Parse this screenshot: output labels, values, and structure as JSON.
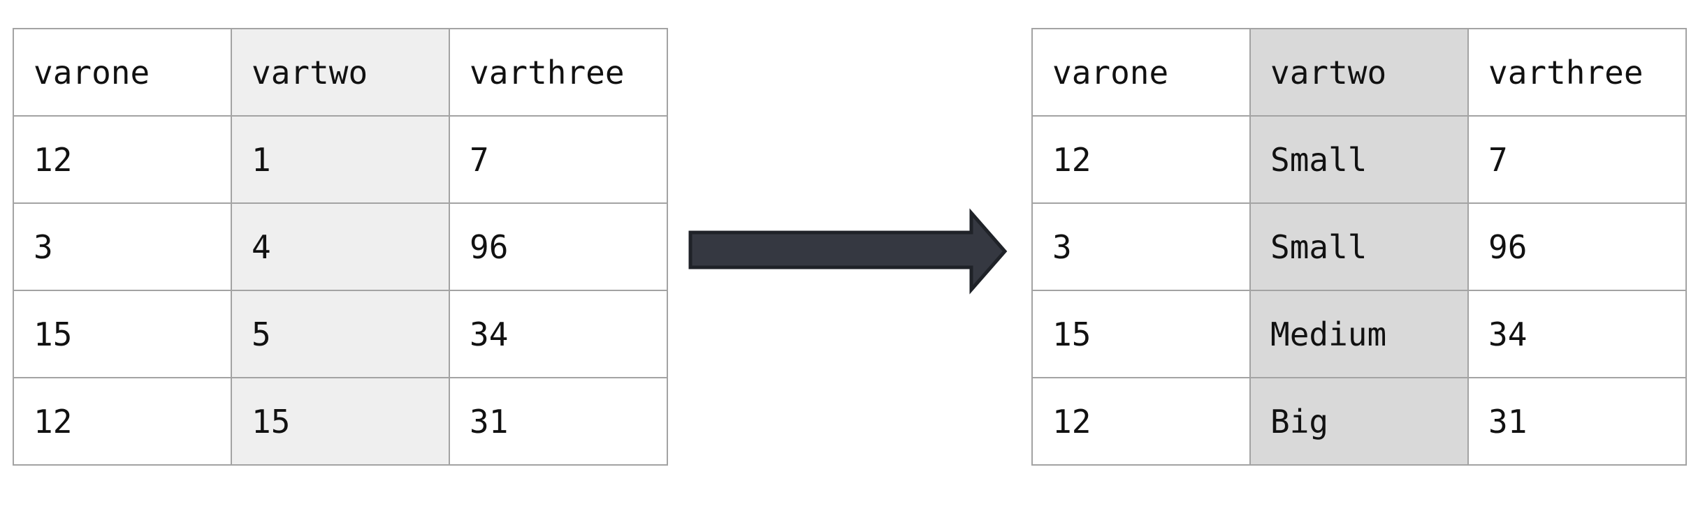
{
  "before_table": {
    "headers": [
      "varone",
      "vartwo",
      "varthree"
    ],
    "rows": [
      [
        "12",
        "1",
        "7"
      ],
      [
        "3",
        "4",
        "96"
      ],
      [
        "15",
        "5",
        "34"
      ],
      [
        "12",
        "15",
        "31"
      ]
    ],
    "highlighted_column": "vartwo",
    "highlight_color": "#efefef"
  },
  "after_table": {
    "headers": [
      "varone",
      "vartwo",
      "varthree"
    ],
    "rows": [
      [
        "12",
        "Small",
        "7"
      ],
      [
        "3",
        "Small",
        "96"
      ],
      [
        "15",
        "Medium",
        "34"
      ],
      [
        "12",
        "Big",
        "31"
      ]
    ],
    "highlighted_column": "vartwo",
    "highlight_color": "#d9d9d9"
  },
  "arrow": {
    "icon": "right-arrow-icon",
    "fill_color": "#353841",
    "stroke_color": "#1f2228"
  },
  "border_color": "#a3a3a3"
}
